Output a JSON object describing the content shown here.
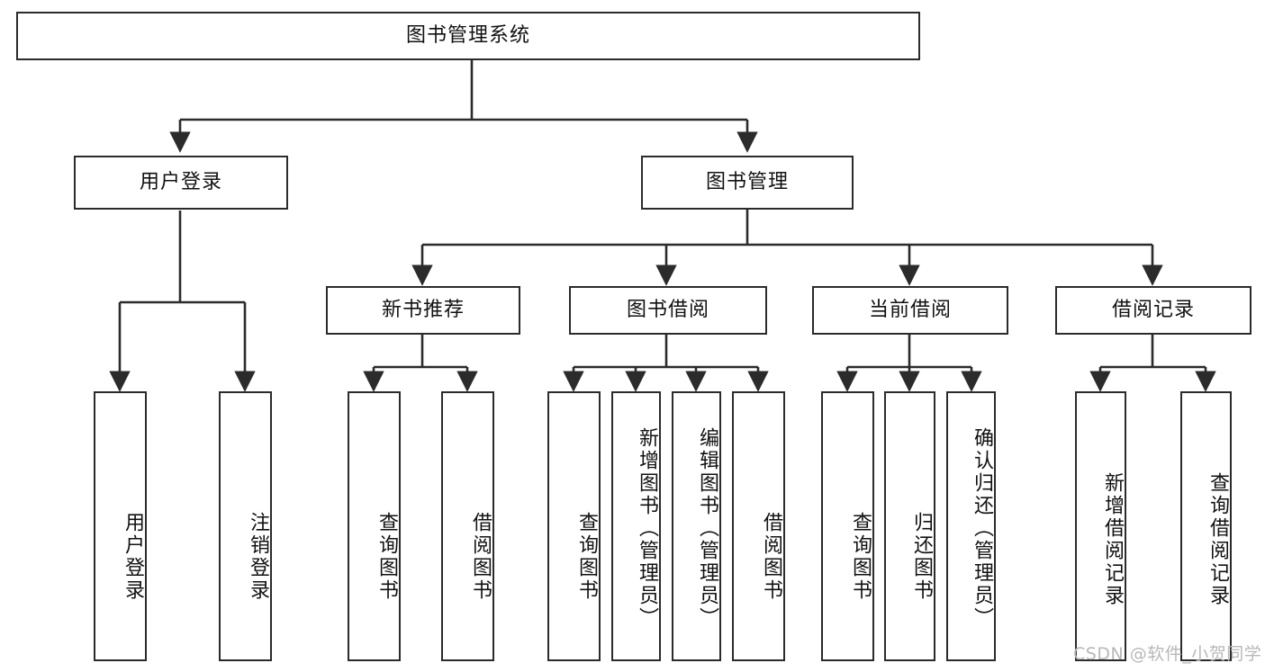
{
  "diagram": {
    "title": "图书管理系统",
    "type": "功能结构图",
    "watermark": "CSDN @软件_小贺同学",
    "colors": {
      "box_border": "#2b2b2b",
      "box_fill": "#ffffff",
      "edge": "#2b2b2b",
      "text": "#111111",
      "watermark": "#b8b8b8",
      "background": "#ffffff"
    },
    "nodes": {
      "root": {
        "label": "图书管理系统",
        "level": 0,
        "orientation": "horizontal"
      },
      "user_login": {
        "label": "用户登录",
        "level": 1,
        "orientation": "horizontal"
      },
      "book_manage": {
        "label": "图书管理",
        "level": 1,
        "orientation": "horizontal"
      },
      "new_book_rec": {
        "label": "新书推荐",
        "level": 2,
        "orientation": "horizontal"
      },
      "book_borrow": {
        "label": "图书借阅",
        "level": 2,
        "orientation": "horizontal"
      },
      "current_borrow": {
        "label": "当前借阅",
        "level": 2,
        "orientation": "horizontal"
      },
      "borrow_record": {
        "label": "借阅记录",
        "level": 2,
        "orientation": "horizontal"
      },
      "leaf_user_login": {
        "label": "用户登录",
        "level": 2,
        "orientation": "vertical"
      },
      "leaf_logout": {
        "label": "注销登录",
        "level": 2,
        "orientation": "vertical"
      },
      "leaf_query_book_a": {
        "label": "查询图书",
        "level": 3,
        "orientation": "vertical"
      },
      "leaf_borrow_book_a": {
        "label": "借阅图书",
        "level": 3,
        "orientation": "vertical"
      },
      "leaf_query_book_b": {
        "label": "查询图书",
        "level": 3,
        "orientation": "vertical"
      },
      "leaf_add_book": {
        "label": "新增图书（管理员）",
        "level": 3,
        "orientation": "vertical"
      },
      "leaf_edit_book": {
        "label": "编辑图书（管理员）",
        "level": 3,
        "orientation": "vertical"
      },
      "leaf_borrow_book_b": {
        "label": "借阅图书",
        "level": 3,
        "orientation": "vertical"
      },
      "leaf_query_book_c": {
        "label": "查询图书",
        "level": 3,
        "orientation": "vertical"
      },
      "leaf_return_book": {
        "label": "归还图书",
        "level": 3,
        "orientation": "vertical"
      },
      "leaf_confirm_return": {
        "label": "确认归还（管理员）",
        "level": 3,
        "orientation": "vertical"
      },
      "leaf_add_record": {
        "label": "新增借阅记录",
        "level": 3,
        "orientation": "vertical"
      },
      "leaf_query_record": {
        "label": "查询借阅记录",
        "level": 3,
        "orientation": "vertical"
      }
    },
    "edges": [
      {
        "from": "root",
        "to": "user_login"
      },
      {
        "from": "root",
        "to": "book_manage"
      },
      {
        "from": "user_login",
        "to": "leaf_user_login"
      },
      {
        "from": "user_login",
        "to": "leaf_logout"
      },
      {
        "from": "book_manage",
        "to": "new_book_rec"
      },
      {
        "from": "book_manage",
        "to": "book_borrow"
      },
      {
        "from": "book_manage",
        "to": "current_borrow"
      },
      {
        "from": "book_manage",
        "to": "borrow_record"
      },
      {
        "from": "new_book_rec",
        "to": "leaf_query_book_a"
      },
      {
        "from": "new_book_rec",
        "to": "leaf_borrow_book_a"
      },
      {
        "from": "book_borrow",
        "to": "leaf_query_book_b"
      },
      {
        "from": "book_borrow",
        "to": "leaf_add_book"
      },
      {
        "from": "book_borrow",
        "to": "leaf_edit_book"
      },
      {
        "from": "book_borrow",
        "to": "leaf_borrow_book_b"
      },
      {
        "from": "current_borrow",
        "to": "leaf_query_book_c"
      },
      {
        "from": "current_borrow",
        "to": "leaf_return_book"
      },
      {
        "from": "current_borrow",
        "to": "leaf_confirm_return"
      },
      {
        "from": "borrow_record",
        "to": "leaf_add_record"
      },
      {
        "from": "borrow_record",
        "to": "leaf_query_record"
      }
    ]
  }
}
